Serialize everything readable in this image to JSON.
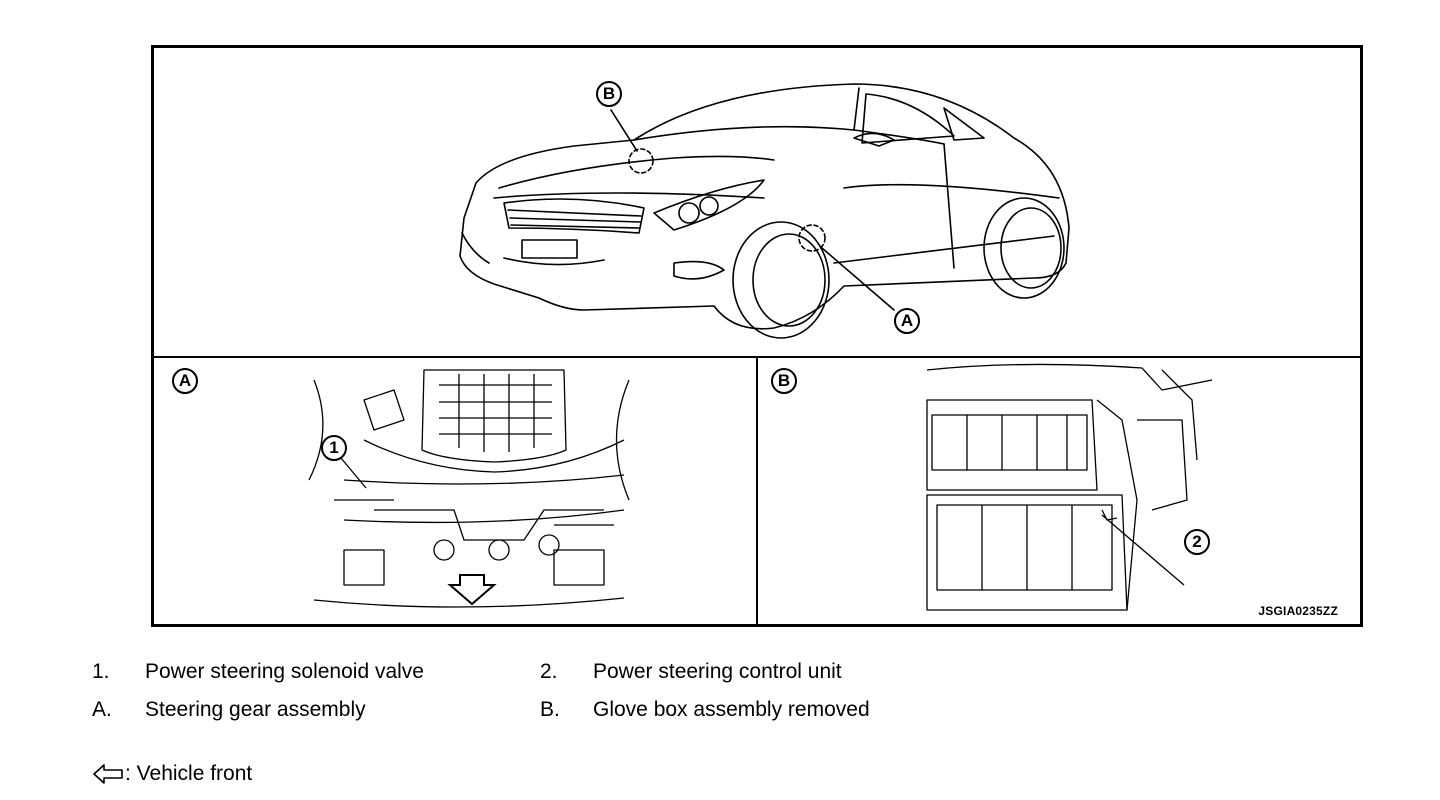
{
  "figure": {
    "callouts": {
      "A": "A",
      "B": "B",
      "n1": "1",
      "n2": "2"
    },
    "code": "JSGIA0235ZZ",
    "icons": [
      "car-icon",
      "steering-gear-icon",
      "glove-box-icon",
      "vehicle-front-arrow-icon"
    ]
  },
  "legend": [
    {
      "key": "1.",
      "text": "Power steering solenoid valve"
    },
    {
      "key": "2.",
      "text": "Power steering control unit"
    },
    {
      "key": "A.",
      "text": "Steering gear assembly"
    },
    {
      "key": "B.",
      "text": "Glove box assembly removed"
    }
  ],
  "front_note": {
    "text": ": Vehicle front"
  }
}
